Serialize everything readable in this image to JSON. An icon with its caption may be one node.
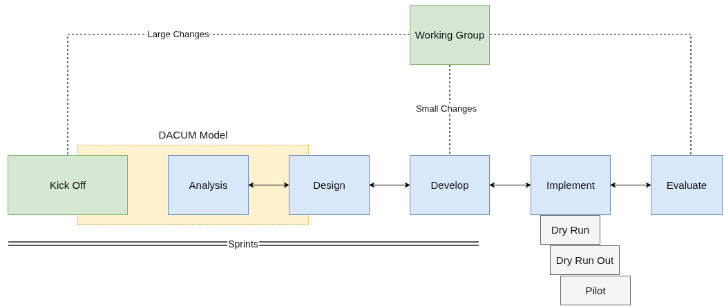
{
  "diagram": {
    "nodes": [
      {
        "text": [
          "DACUM Model"
        ]
      },
      {
        "text": [
          "Kick Off"
        ]
      },
      {
        "text": [
          "Analysis"
        ],
        "in": 0
      },
      {
        "text": [
          "Design"
        ]
      },
      {
        "text": [
          "Develop"
        ]
      },
      {
        "text": [
          "Implement"
        ]
      },
      {
        "text": [
          "Evaluate"
        ]
      },
      {
        "text": [
          "Working Group"
        ]
      },
      {
        "text": [
          "Dry Run"
        ]
      },
      {
        "text": [
          "Dry Run Out"
        ]
      },
      {
        "text": [
          "Pilot"
        ]
      }
    ],
    "edges": [
      {
        "from": 2,
        "to": 3,
        "arrow": "both"
      },
      {
        "from": 3,
        "to": 4,
        "arrow": "both"
      },
      {
        "from": 4,
        "to": 5,
        "arrow": "both"
      },
      {
        "from": 5,
        "to": 6,
        "arrow": "both"
      },
      {
        "from": 7,
        "to": 1,
        "arrow": "none",
        "label": "Large Changes",
        "style": "dashed"
      },
      {
        "from": 7,
        "to": 4,
        "arrow": "none",
        "label": "Small Changes",
        "style": "dashed"
      },
      {
        "from": 7,
        "to": 6,
        "arrow": "none",
        "style": "dashed"
      }
    ],
    "labels": [
      "Sprints"
    ]
  }
}
